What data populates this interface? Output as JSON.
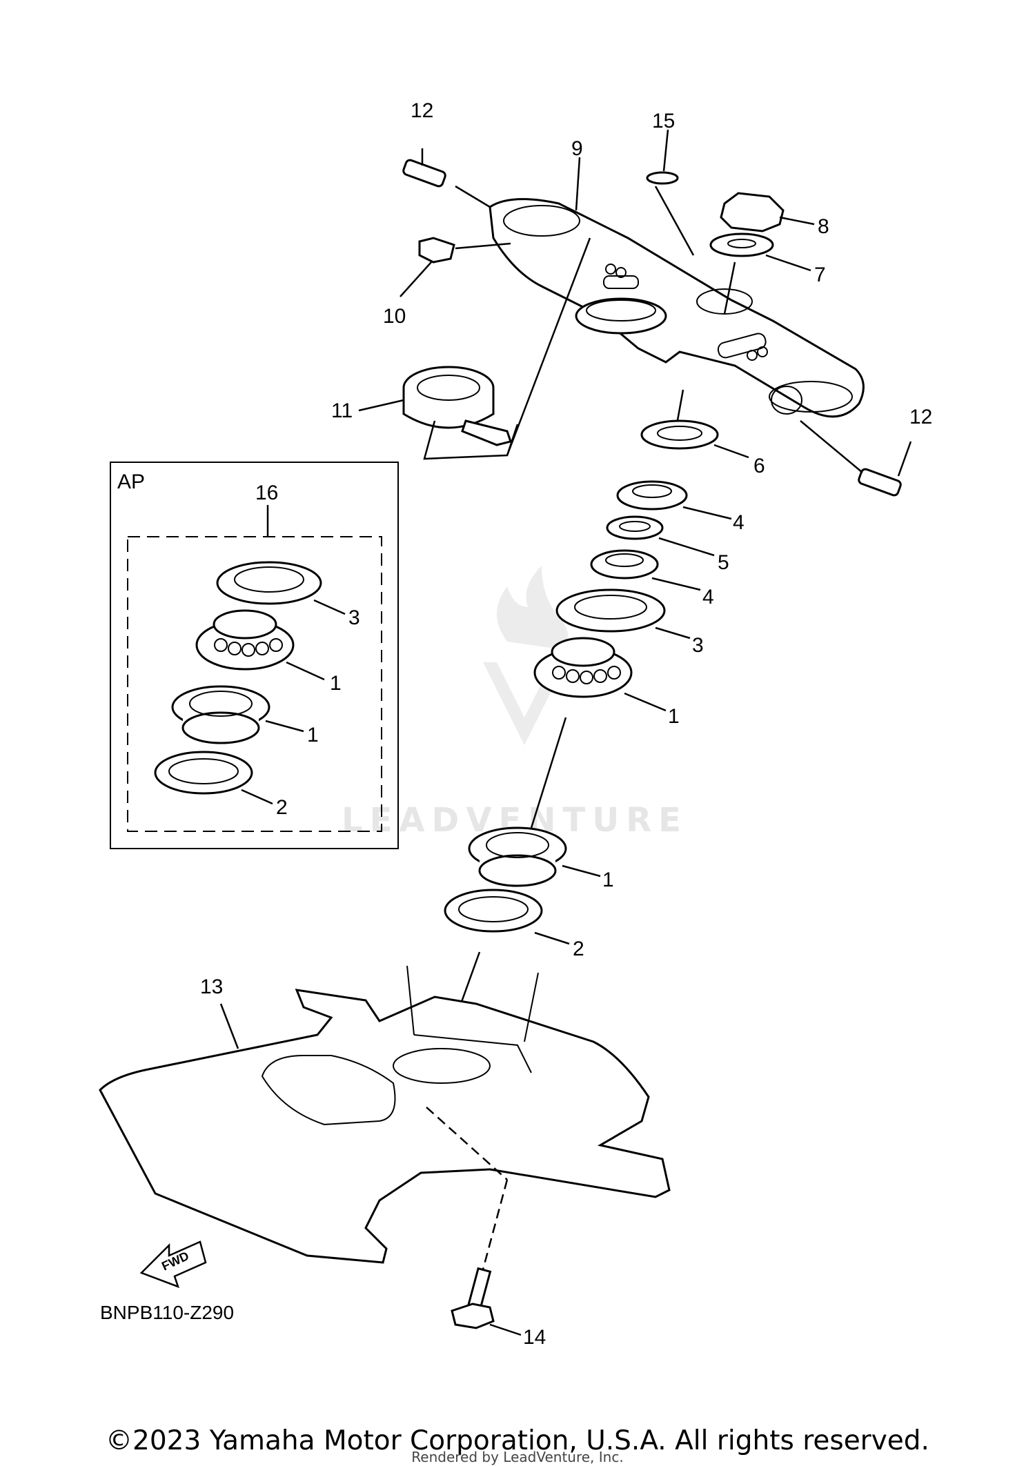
{
  "diagram": {
    "diagram_code": "BNPB110-Z290",
    "ap_box_label": "AP",
    "fwd_label": "FWD",
    "watermark": "LEADVENTURE",
    "callouts": {
      "c12a": "12",
      "c15": "15",
      "c9": "9",
      "c8": "8",
      "c7": "7",
      "c10": "10",
      "c11": "11",
      "c12b": "12",
      "c6": "6",
      "c4a": "4",
      "c5": "5",
      "c4b": "4",
      "c3": "3",
      "c1a": "1",
      "c1b": "1",
      "c2": "2",
      "c13": "13",
      "c14": "14",
      "c16": "16",
      "ap3": "3",
      "ap1a": "1",
      "ap1b": "1",
      "ap2": "2"
    }
  },
  "footer": {
    "copyright": "©2023 Yamaha Motor Corporation, U.S.A. All rights reserved.",
    "rendered_by": "Rendered by LeadVenture, Inc."
  }
}
